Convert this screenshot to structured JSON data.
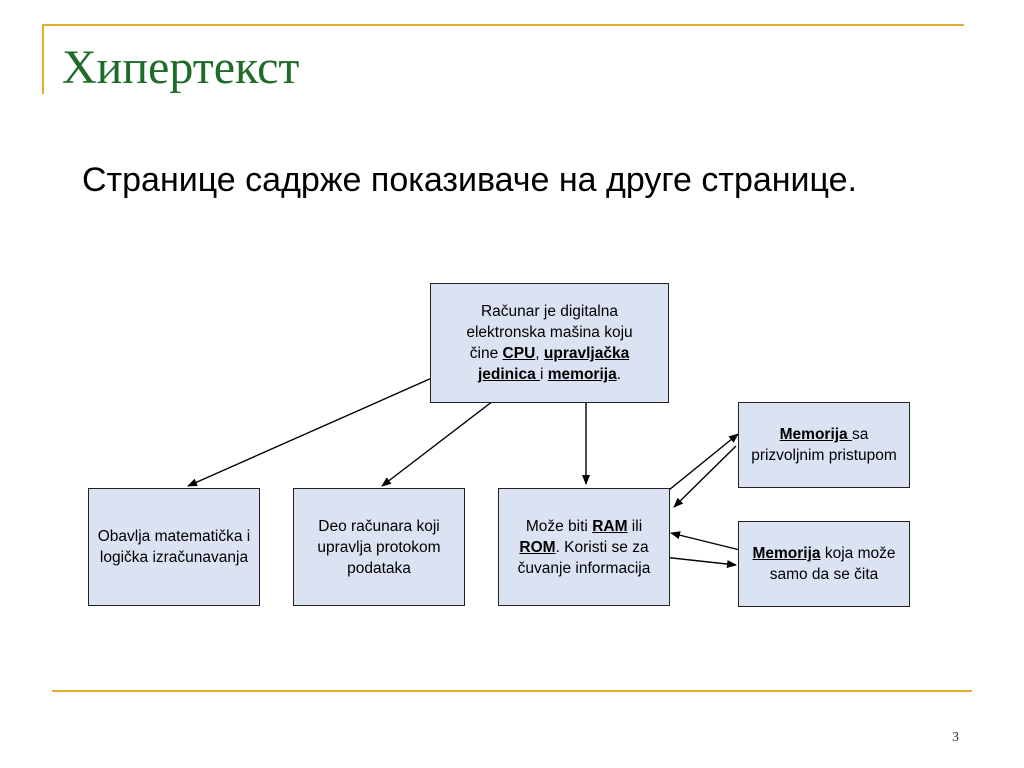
{
  "slide": {
    "title": "Хипертекст",
    "subtitle": "Странице садрже показиваче на друге странице.",
    "page_number": "3"
  },
  "diagram": {
    "root": {
      "line1": "Računar je digitalna",
      "line2": "elektronska mašina koju",
      "line3_pre": "čine ",
      "cpu": "CPU",
      "sep1": ", ",
      "control_unit": "upravljačka jedinica ",
      "sep2": "i ",
      "memory": "memorija",
      "end": "."
    },
    "alu_box": {
      "text": "Obavlja matematička i logička izračunavanja"
    },
    "cu_box": {
      "text": "Deo računara koji upravlja protokom podataka"
    },
    "mem_box": {
      "pre": "Može biti ",
      "ram": "RAM",
      "mid": " ili ",
      "rom": "ROM",
      "post": ". Koristi se za čuvanje informacija"
    },
    "ram_box": {
      "link": "Memorija ",
      "text": "sa prizvoljnim pristupom"
    },
    "rom_box": {
      "link": "Memorija",
      "text": " koja može samo da se čita"
    }
  },
  "colors": {
    "box_fill": "#dbe2f1",
    "accent_rule": "#e0ae2c",
    "title": "#1e6b2a"
  }
}
